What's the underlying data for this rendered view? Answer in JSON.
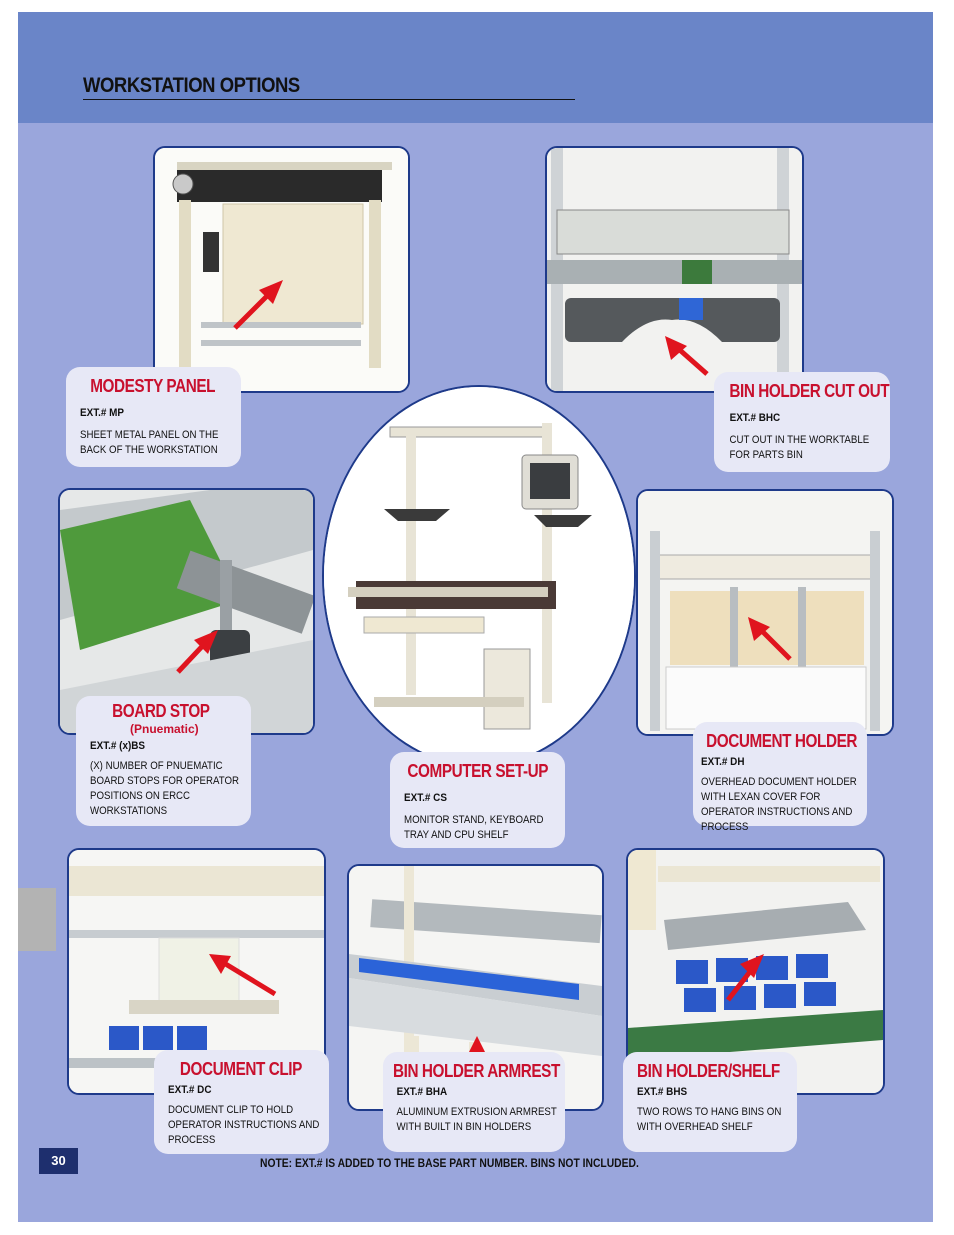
{
  "header": {
    "title": "WORKSTATION OPTIONS"
  },
  "options": {
    "modesty_panel": {
      "title": "MODESTY PANEL",
      "code": "EXT.# MP",
      "desc": "SHEET METAL PANEL ON THE BACK OF THE WORKSTATION"
    },
    "bin_holder_cut_out": {
      "title": "BIN HOLDER CUT OUT",
      "code": "EXT.# BHC",
      "desc": "CUT OUT IN THE WORKTABLE FOR PARTS BIN"
    },
    "board_stop": {
      "title": "BOARD STOP",
      "subtitle": "(Pnuematic)",
      "code": "EXT.# (x)BS",
      "desc": "(X) NUMBER OF PNUEMATIC BOARD STOPS FOR OPERATOR POSITIONS ON ERCC WORKSTATIONS"
    },
    "computer_setup": {
      "title": "COMPUTER SET-UP",
      "code": "EXT.# CS",
      "desc": "MONITOR STAND, KEYBOARD TRAY AND CPU SHELF"
    },
    "document_holder": {
      "title": "DOCUMENT HOLDER",
      "code": "EXT.# DH",
      "desc": "OVERHEAD DOCUMENT HOLDER WITH LEXAN COVER FOR OPERATOR INSTRUCTIONS AND PROCESS"
    },
    "document_clip": {
      "title": "DOCUMENT CLIP",
      "code": "EXT.# DC",
      "desc": "DOCUMENT CLIP TO HOLD OPERATOR INSTRUCTIONS AND PROCESS"
    },
    "bin_holder_armrest": {
      "title": "BIN HOLDER ARMREST",
      "code": "EXT.# BHA",
      "desc": "ALUMINUM EXTRUSION ARMREST WITH BUILT IN BIN HOLDERS"
    },
    "bin_holder_shelf": {
      "title": "BIN HOLDER/SHELF",
      "code": "EXT.# BHS",
      "desc": "TWO ROWS TO HANG BINS ON WITH OVERHEAD SHELF"
    }
  },
  "footer": {
    "page_number": "30",
    "note": "NOTE: EXT.# IS ADDED TO THE BASE PART NUMBER. BINS NOT INCLUDED."
  },
  "colors": {
    "header_band": "#6a85c8",
    "page_bg": "#9aa6dc",
    "title_red": "#c8102e",
    "frame_blue": "#1e3a8a",
    "arrow_red": "#e0141e"
  }
}
